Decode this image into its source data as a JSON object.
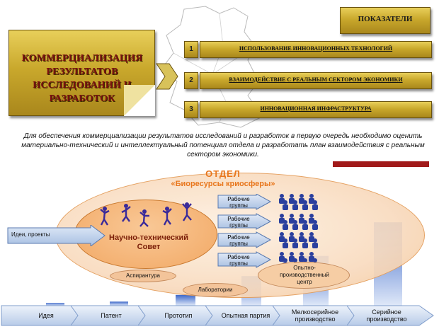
{
  "header": {
    "main_title": "КОММЕРЦИАЛИЗАЦИЯ РЕЗУЛЬТАТОВ ИССЛЕДОВАНИЙ И РАЗРАБОТОК",
    "indicators_title": "ПОКАЗАТЕЛИ",
    "indicators": [
      {
        "num": "1",
        "label": "ИСПОЛЬЗОВАНИЕ ИННОВАЦИОННЫХ ТЕХНОЛОГИЙ"
      },
      {
        "num": "2",
        "label": "ВЗАИМОДЕЙСТВИЕ С РЕАЛЬНЫМ СЕКТОРОМ ЭКОНОМИКИ"
      },
      {
        "num": "3",
        "label": "ИННОВАЦИОННАЯ ИНФРАСТРУКТУРА"
      }
    ]
  },
  "description": "Для обеспечения коммерциализации результатов исследований и разработок в первую очередь необходимо оценить материально-технический и интеллектуальный потенциал отдела и разработать план взаимодействия с реальным сектором экономики.",
  "diagram": {
    "department": "ОТДЕЛ",
    "department_name": "«Биоресурсы криосферы»",
    "input_label": "Идеи, проекты",
    "council": "Научно-технический Совет",
    "working_groups": [
      "Рабочие группы",
      "Рабочие группы",
      "Рабочие группы",
      "Рабочие группы"
    ],
    "postgrad": "Аспирантура",
    "labs": "Лаборатории",
    "pilot_center": "Опытно-производственный центр",
    "stages": [
      "Идея",
      "Патент",
      "Прототип",
      "Опытная партия",
      "Мелкосерийное производство",
      "Серийное производство"
    ],
    "stage_bar_levels": [
      0.02,
      0.03,
      0.08,
      0.22,
      0.37,
      0.62
    ]
  },
  "colors": {
    "gold": "#c9a82c",
    "title_text": "#7a1010",
    "accent_orange": "#e8761c",
    "ellipse_fill": "#f9dcc0",
    "council_fill": "#f5b578",
    "dark_red_bar": "#a11a1a",
    "people_blue": "#2a3f9e"
  }
}
